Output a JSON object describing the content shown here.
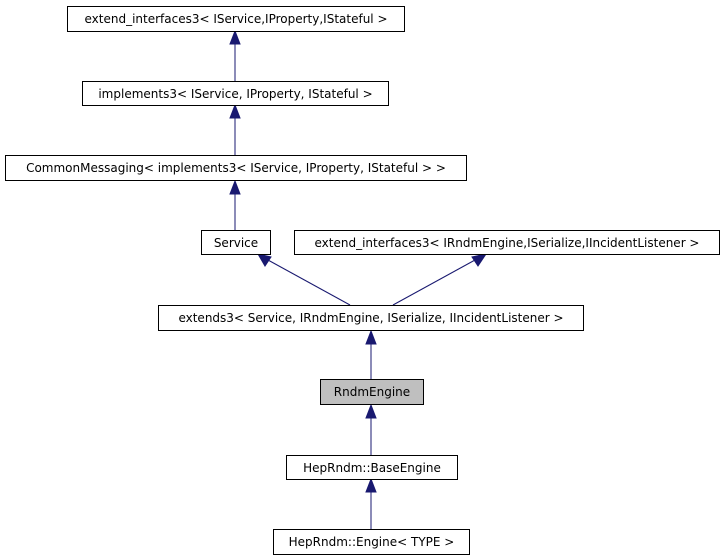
{
  "colors": {
    "node_fill": "#ffffff",
    "highlight_fill": "#bfbfbf",
    "node_border": "#000000",
    "edge": "#191970"
  },
  "nodes": {
    "extend_interfaces3_service": {
      "label": "extend_interfaces3< IService,IProperty,IStateful >"
    },
    "implements3": {
      "label": "implements3< IService, IProperty, IStateful >"
    },
    "common_messaging": {
      "label": "CommonMessaging< implements3< IService, IProperty, IStateful > >"
    },
    "service": {
      "label": "Service"
    },
    "extend_interfaces3_rndm": {
      "label": "extend_interfaces3< IRndmEngine,ISerialize,IIncidentListener >"
    },
    "extends3": {
      "label": "extends3< Service, IRndmEngine, ISerialize, IIncidentListener >"
    },
    "rndm_engine": {
      "label": "RndmEngine",
      "highlighted": true
    },
    "base_engine": {
      "label": "HepRndm::BaseEngine"
    },
    "engine_type": {
      "label": "HepRndm::Engine< TYPE >"
    }
  },
  "edges": [
    {
      "from": "implements3",
      "to": "extend_interfaces3_service"
    },
    {
      "from": "common_messaging",
      "to": "implements3"
    },
    {
      "from": "service",
      "to": "common_messaging"
    },
    {
      "from": "extends3",
      "to": "service"
    },
    {
      "from": "extends3",
      "to": "extend_interfaces3_rndm"
    },
    {
      "from": "rndm_engine",
      "to": "extends3"
    },
    {
      "from": "base_engine",
      "to": "rndm_engine"
    },
    {
      "from": "engine_type",
      "to": "base_engine"
    }
  ]
}
